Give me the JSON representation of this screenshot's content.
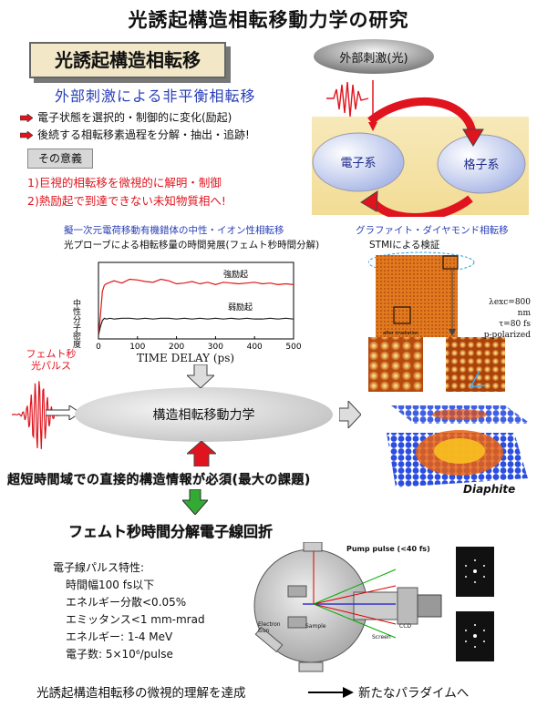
{
  "title": "光誘起構造相転移動力学の研究",
  "box_title": "光誘起構造相転移",
  "subtitle": "外部刺激による非平衡相転移",
  "bullets": [
    "電子状態を選択的・制御的に変化(励起)",
    "後続する相転移素過程を分解・抽出・追跡!"
  ],
  "significance_label": "その意義",
  "significance_points": [
    "1)巨視的相転移を微視的に解明・制御",
    "2)熱励起で到達できない未知物質相へ!"
  ],
  "diagram": {
    "external": "外部刺激(光)",
    "electron": "電子系",
    "lattice": "格子系"
  },
  "chart_section": {
    "heading": "擬一次元電荷移動有機錯体の中性・イオン性相転移",
    "subheading": "光プローブによる相転移量の時間発展(フェムト秒時間分解)",
    "ylabel": "中性分子密度",
    "strong": "強励起",
    "weak": "弱励起"
  },
  "chart_data": {
    "type": "line",
    "xlabel": "TIME DELAY (ps)",
    "x_ticks": [
      0,
      100,
      200,
      300,
      400,
      500
    ],
    "xlim": [
      0,
      500
    ],
    "series": [
      {
        "name": "強励起",
        "color": "#e01818",
        "x": [
          0,
          5,
          10,
          15,
          20,
          30,
          40,
          60,
          80,
          100,
          120,
          140,
          160,
          180,
          200,
          220,
          240,
          260,
          280,
          300,
          320,
          340,
          360,
          380,
          400,
          420,
          440,
          460,
          480,
          500
        ],
        "y": [
          0.05,
          0.3,
          0.62,
          0.7,
          0.72,
          0.74,
          0.76,
          0.73,
          0.78,
          0.77,
          0.75,
          0.74,
          0.78,
          0.76,
          0.72,
          0.73,
          0.75,
          0.72,
          0.74,
          0.71,
          0.74,
          0.73,
          0.72,
          0.73,
          0.74,
          0.72,
          0.73,
          0.71,
          0.72,
          0.71
        ]
      },
      {
        "name": "弱励起",
        "color": "#222222",
        "x": [
          0,
          5,
          10,
          15,
          20,
          30,
          40,
          60,
          80,
          100,
          120,
          140,
          160,
          180,
          200,
          220,
          240,
          260,
          280,
          300,
          320,
          340,
          360,
          380,
          400,
          420,
          440,
          460,
          480,
          500
        ],
        "y": [
          0.05,
          0.16,
          0.24,
          0.27,
          0.26,
          0.27,
          0.26,
          0.27,
          0.27,
          0.26,
          0.27,
          0.26,
          0.27,
          0.27,
          0.26,
          0.27,
          0.26,
          0.27,
          0.26,
          0.27,
          0.26,
          0.27,
          0.26,
          0.27,
          0.26,
          0.26,
          0.27,
          0.26,
          0.27,
          0.26
        ]
      }
    ]
  },
  "graphite": {
    "heading": "グラファイト・ダイヤモンド相転移",
    "sub": "STMIによる検証",
    "after": "after irradiation",
    "lambda": "λexc=800 nm",
    "tau": "τ=80 fs",
    "pol": "p-polarized",
    "diaphite": "Diaphite"
  },
  "femto_label": "フェムト秒光パルス",
  "main_ellipse": "構造相転移動力学",
  "big_statement": "超短時間域での直接的構造情報が必須(最大の課題)",
  "femto_heading": "フェムト秒時間分解電子線回折",
  "pulse_props": {
    "header": "電子線パルス特性:",
    "items": [
      "時間幅100 fs以下",
      "エネルギー分散<0.05%",
      "エミッタンス<1 mm-mrad",
      "エネルギー: 1-4 MeV",
      "電子数: 5×10⁶/pulse"
    ]
  },
  "apparatus": {
    "pump": "Pump pulse (<40 fs)",
    "gun": "Electron Gun",
    "sample": "Sample",
    "screen": "Screen",
    "ccd": "CCD"
  },
  "footer": {
    "left": "光誘起構造相転移の微視的理解を達成",
    "right": "新たなパラダイムへ"
  }
}
